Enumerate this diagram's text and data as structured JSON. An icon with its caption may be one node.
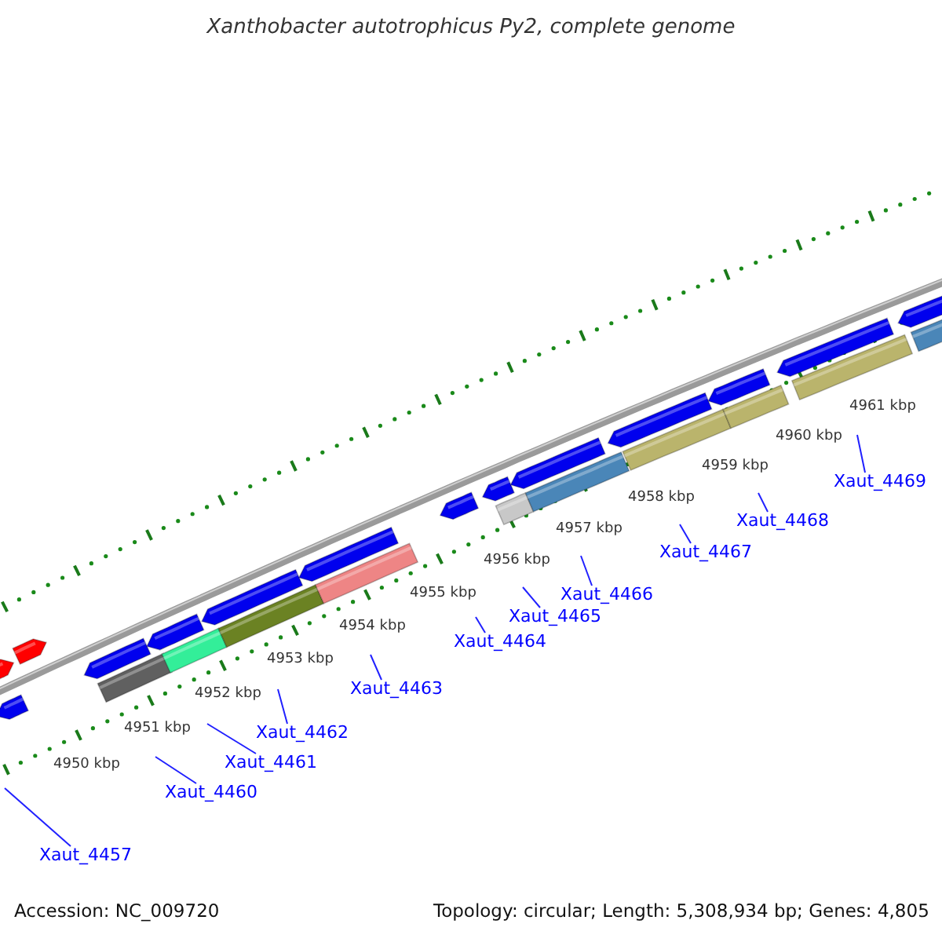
{
  "diagram": {
    "title": "Xanthobacter autotrophicus Py2, complete genome",
    "nodes": [
      {
        "text": [
          "Xaut_4457"
        ]
      },
      {
        "text": [
          "Xaut_4460"
        ]
      },
      {
        "text": [
          "Xaut_4461"
        ]
      },
      {
        "text": [
          "Xaut_4462"
        ]
      },
      {
        "text": [
          "Xaut_4463"
        ]
      },
      {
        "text": [
          "Xaut_4464"
        ]
      },
      {
        "text": [
          "Xaut_4465"
        ]
      },
      {
        "text": [
          "Xaut_4466"
        ]
      },
      {
        "text": [
          "Xaut_4467"
        ]
      },
      {
        "text": [
          "Xaut_4468"
        ]
      },
      {
        "text": [
          "Xaut_4469"
        ]
      }
    ],
    "edges": [
      {
        "from": 0,
        "to": null,
        "arrow": "none"
      },
      {
        "from": 1,
        "to": null,
        "arrow": "none"
      },
      {
        "from": 2,
        "to": null,
        "arrow": "none"
      },
      {
        "from": 3,
        "to": null,
        "arrow": "none"
      },
      {
        "from": 4,
        "to": null,
        "arrow": "none"
      },
      {
        "from": 5,
        "to": null,
        "arrow": "none"
      },
      {
        "from": 6,
        "to": null,
        "arrow": "none"
      },
      {
        "from": 7,
        "to": null,
        "arrow": "none"
      },
      {
        "from": 8,
        "to": null,
        "arrow": "none"
      },
      {
        "from": 9,
        "to": null,
        "arrow": "none"
      },
      {
        "from": 10,
        "to": null,
        "arrow": "none"
      }
    ],
    "labels": [
      "4950 kbp",
      "4951 kbp",
      "4952 kbp",
      "4953 kbp",
      "4954 kbp",
      "4955 kbp",
      "4956 kbp",
      "4957 kbp",
      "4958 kbp",
      "4959 kbp",
      "4960 kbp",
      "4961 kbp",
      "Accession: NC_009720",
      "Topology: circular; Length: 5,308,934 bp; Genes: 4,805"
    ]
  }
}
